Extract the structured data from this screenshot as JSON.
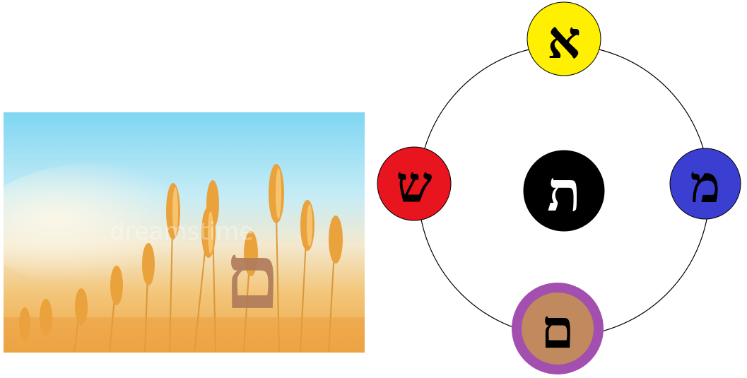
{
  "photo": {
    "overlay_letter": "ם",
    "overlay_color": "#b07c5c",
    "watermark": "dreamstime",
    "sky_top": "#7fd6f2",
    "field_color": "#f2b04a"
  },
  "diagram": {
    "center": {
      "letter": "ת",
      "fill": "#000000",
      "text_color": "#ffffff"
    },
    "nodes": [
      {
        "position": "top",
        "letter": "א",
        "fill": "#ffef00",
        "text_color": "#000000"
      },
      {
        "position": "right",
        "letter": "מ",
        "fill": "#3b3fd1",
        "text_color": "#000000"
      },
      {
        "position": "bottom",
        "letter": "ם",
        "fill": "#c08a5e",
        "ring": "#a24fb0",
        "text_color": "#000000"
      },
      {
        "position": "left",
        "letter": "ש",
        "fill": "#e8141e",
        "text_color": "#000000"
      }
    ]
  }
}
